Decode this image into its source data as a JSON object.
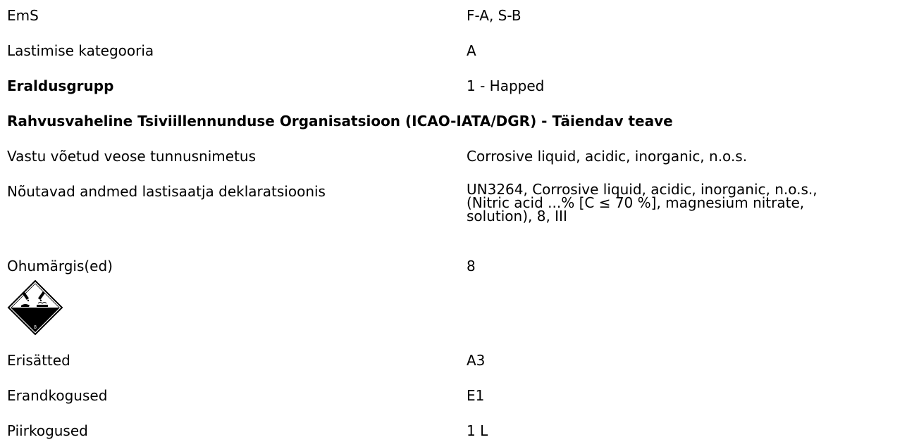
{
  "rows_top": [
    {
      "label": "EmS",
      "value": "F-A, S-B"
    },
    {
      "label": "Lastimise kategooria",
      "value": "A"
    },
    {
      "label": "Eraldusgrupp",
      "value": "1 - Happed"
    }
  ],
  "section_title": "Rahvusvaheline Tsiviillennunduse Organisatsioon (ICAO-IATA/DGR) - Täiendav teave",
  "rows_icao": [
    {
      "label": "Vastu võetud veose tunnusnimetus",
      "value": "Corrosive liquid, acidic, inorganic, n.o.s."
    },
    {
      "label": "Nõutavad andmed lastisaatja deklaratsioonis",
      "value": "UN3264, Corrosive liquid, acidic, inorganic, n.o.s., (Nitric acid ...% [C ≤ 70 %], magnesium nitrate, solution), 8, III"
    },
    {
      "label": "Ohumärgis(ed)",
      "value": "8"
    }
  ],
  "pictogram": {
    "icon": "corrosive-class-8-icon",
    "class_number": "8"
  },
  "rows_bottom": [
    {
      "label": "Erisätted",
      "value": "A3"
    },
    {
      "label": "Erandkogused",
      "value": "E1"
    },
    {
      "label": "Piirkogused",
      "value": "1 L"
    }
  ]
}
